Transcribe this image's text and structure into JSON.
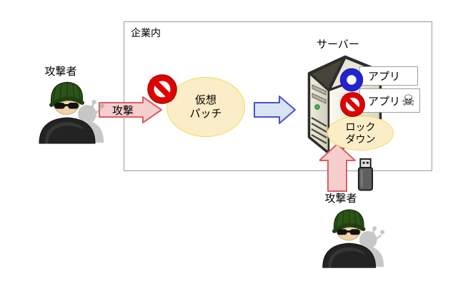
{
  "company": {
    "label": "企業内"
  },
  "attacker_left": {
    "label": "攻撃者"
  },
  "attack_arrow": {
    "label": "攻撃"
  },
  "virtual_patch": {
    "line1": "仮想",
    "line2": "パッチ"
  },
  "server": {
    "label": "サーバー"
  },
  "apps": {
    "allowed": {
      "label": "アプリ"
    },
    "blocked": {
      "label": "アプリ",
      "skull": "☠"
    }
  },
  "lockdown": {
    "line1": "ロック",
    "line2": "ダウン"
  },
  "attacker_bottom": {
    "label": "攻撃者"
  },
  "colors": {
    "attack_arrow_fill": "#F6CECE",
    "attack_arrow_border": "#DC5F5F",
    "flow_arrow_fill": "#D8E3F3",
    "flow_arrow_border": "#4A52CC",
    "ellipse_fill": "#FBEDC7",
    "ellipse_border": "#F2DC55",
    "prohibit_red": "#E00000",
    "allow_blue": "#2323D2",
    "box_border": "#9B9B9B"
  }
}
